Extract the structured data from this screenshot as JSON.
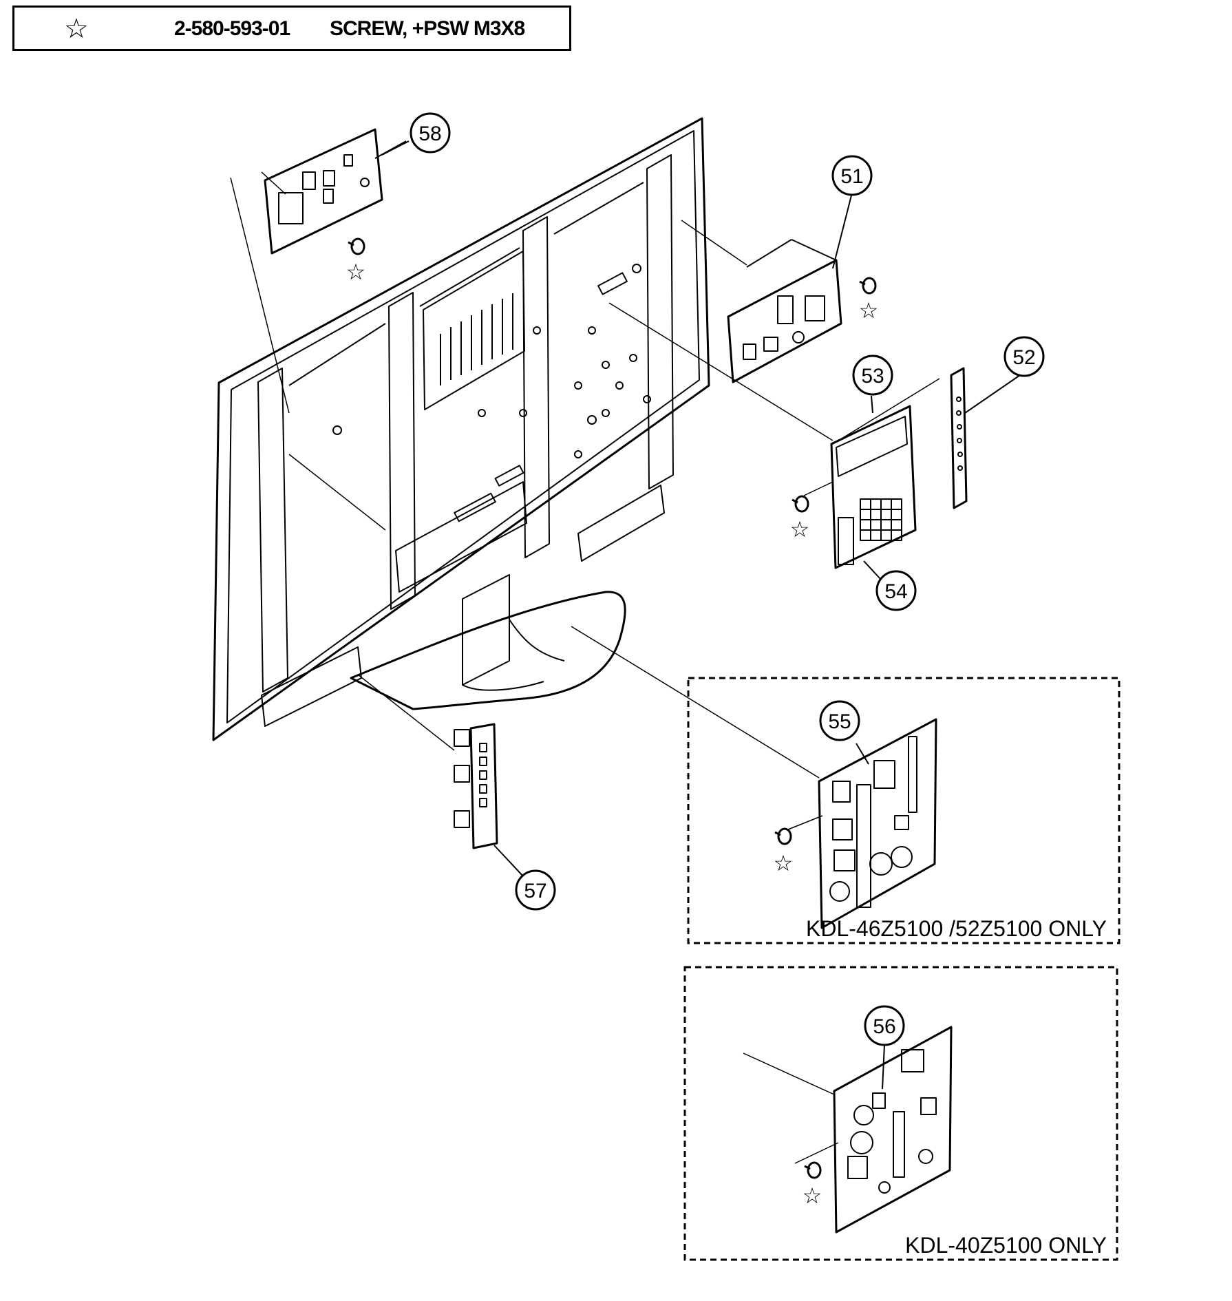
{
  "legend": {
    "symbol_icon": "star-outline-icon",
    "symbol": "☆",
    "part_number": "2-580-593-01",
    "description": "SCREW, +PSW M3X8"
  },
  "callouts": [
    {
      "id": "51",
      "label": "51"
    },
    {
      "id": "52",
      "label": "52"
    },
    {
      "id": "53",
      "label": "53"
    },
    {
      "id": "54",
      "label": "54"
    },
    {
      "id": "55",
      "label": "55"
    },
    {
      "id": "56",
      "label": "56"
    },
    {
      "id": "57",
      "label": "57"
    },
    {
      "id": "58",
      "label": "58"
    }
  ],
  "screw_marker": "☆",
  "notes": {
    "note_46_52": "KDL-46Z5100 /52Z5100 ONLY",
    "note_40": "KDL-40Z5100 ONLY"
  }
}
